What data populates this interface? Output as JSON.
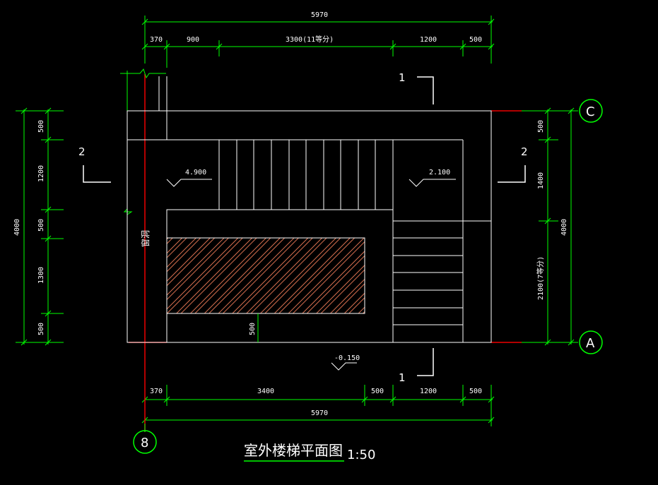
{
  "drawing": {
    "title": "室外楼梯平面图",
    "scale": "1:50",
    "grid_axes": [
      "C",
      "A",
      "8"
    ],
    "section_marks": [
      "1",
      "1",
      "2",
      "2"
    ],
    "elevations": [
      "4.900",
      "2.100",
      "-0.150"
    ],
    "room_label": "窗洞",
    "dims": {
      "top_total": "5970",
      "top_segments": [
        "370",
        "900",
        "3300(11等分)",
        "1200",
        "500"
      ],
      "bottom_segments": [
        "370",
        "3400",
        "500",
        "1200",
        "500"
      ],
      "bottom_total": "5970",
      "left_total": "4000",
      "left_segments": [
        "500",
        "1200",
        "500",
        "1300",
        "500"
      ],
      "right_total": "4000",
      "right_segments": [
        "500",
        "1400",
        "2100(7等分)"
      ],
      "interior": "500"
    },
    "colors": {
      "background": "#000000",
      "dimension": "#00ff00",
      "outline": "#ffffff",
      "axis": "#ff0000",
      "hatch": "#ff8060"
    }
  }
}
